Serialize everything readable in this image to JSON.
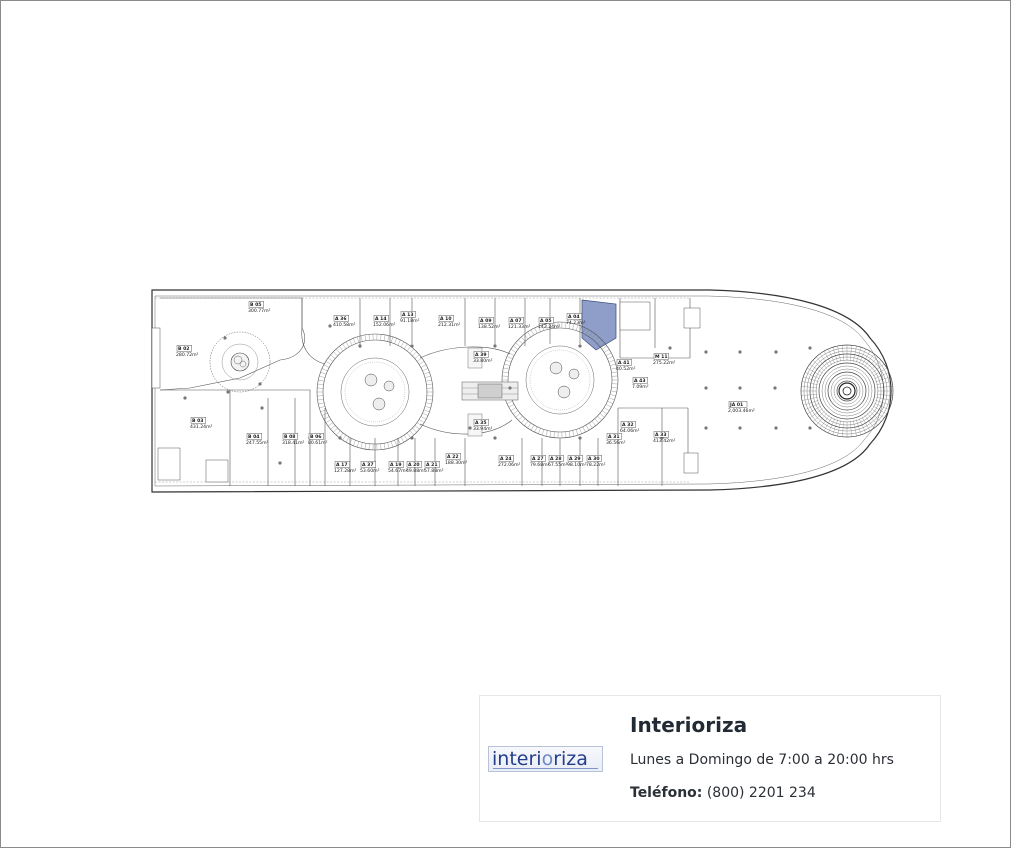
{
  "floorplan": {
    "highlight_color": "#8f9ec8",
    "line_color": "#444444",
    "units": [
      {
        "code": "B 05",
        "area": "300.77m²"
      },
      {
        "code": "B 02",
        "area": "280.72m²"
      },
      {
        "code": "A 36",
        "area": "410.58m²"
      },
      {
        "code": "A 14",
        "area": "152.06m²"
      },
      {
        "code": "A 13",
        "area": "91.18m²"
      },
      {
        "code": "A 10",
        "area": "212.31m²"
      },
      {
        "code": "A 09",
        "area": "138.52m²"
      },
      {
        "code": "A 07",
        "area": "121.33m²"
      },
      {
        "code": "A 05",
        "area": "142.24m²"
      },
      {
        "code": "A 04",
        "area": "74.23m²"
      },
      {
        "code": "A 41",
        "area": "40.52m²"
      },
      {
        "code": "M 11",
        "area": "275.22m²"
      },
      {
        "code": "A 43",
        "area": "7.09m²"
      },
      {
        "code": "B 03",
        "area": "431.24m²"
      },
      {
        "code": "B 04",
        "area": "247.55m²"
      },
      {
        "code": "B 08",
        "area": "318.41m²"
      },
      {
        "code": "B 06",
        "area": "80.61m²"
      },
      {
        "code": "A 17",
        "area": "127.28m²"
      },
      {
        "code": "A 37",
        "area": "53.60m²"
      },
      {
        "code": "A 19",
        "area": "54.67m²"
      },
      {
        "code": "A 20",
        "area": "49.88m²"
      },
      {
        "code": "A 21",
        "area": "57.88m²"
      },
      {
        "code": "A 22",
        "area": "188.30m²"
      },
      {
        "code": "A 24",
        "area": "272.06m²"
      },
      {
        "code": "A 27",
        "area": "79.68m²"
      },
      {
        "code": "A 28",
        "area": "67.55m²"
      },
      {
        "code": "A 29",
        "area": "98.10m²"
      },
      {
        "code": "A 30",
        "area": "78.22m²"
      },
      {
        "code": "A 31",
        "area": "36.56m²"
      },
      {
        "code": "A 32",
        "area": "64.06m²"
      },
      {
        "code": "A 33",
        "area": "413.42m²"
      },
      {
        "code": "A 39",
        "area": "33.80m²"
      },
      {
        "code": "A 35",
        "area": "33.94m²"
      },
      {
        "code": "JA 01",
        "area": "2,003.46m²"
      }
    ]
  },
  "info": {
    "logo_part1": "interi",
    "logo_part2": "o",
    "logo_part3": "riza",
    "title": "Interioriza",
    "hours": "Lunes a Domingo de 7:00 a 20:00 hrs",
    "phone_label": "Teléfono:",
    "phone_value": "(800) 2201 234"
  }
}
